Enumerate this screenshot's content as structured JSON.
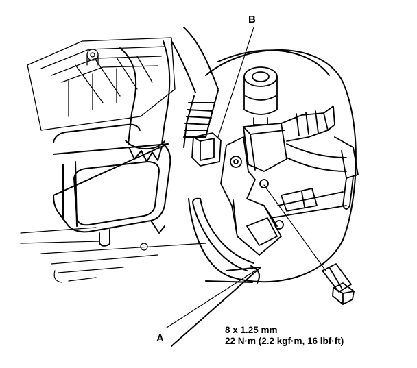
{
  "callouts": {
    "a": "A",
    "b": "B"
  },
  "fastener_spec": {
    "size": "8 x 1.25 mm",
    "torque": "22 N·m (2.2 kgf·m, 16 lbf·ft)"
  }
}
